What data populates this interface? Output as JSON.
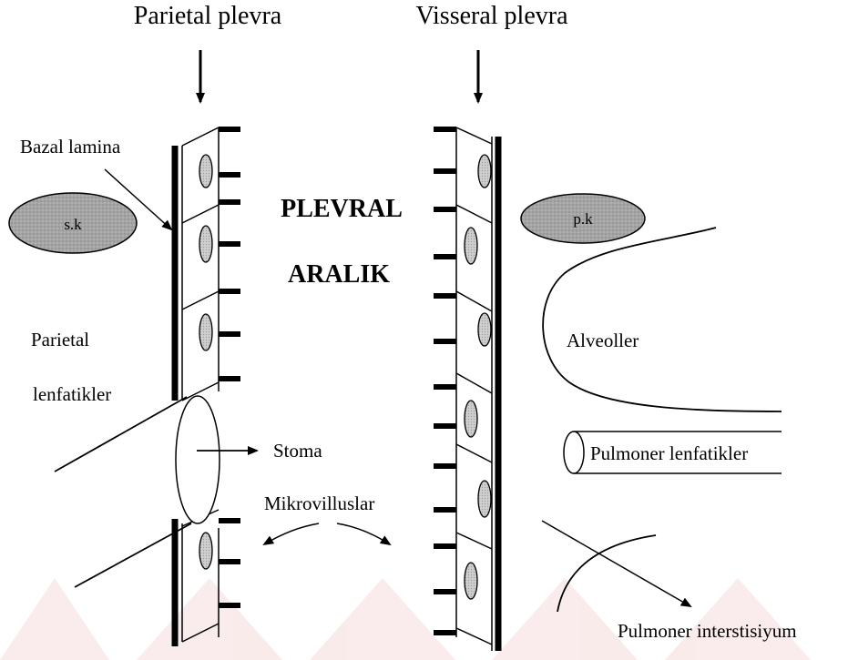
{
  "labels": {
    "parietal_plevra": "Parietal plevra",
    "visseral_plevra": "Visseral plevra",
    "bazal_lamina": "Bazal lamina",
    "sk": "s.k",
    "pk": "p.k",
    "plevral": "PLEVRAL",
    "aralik": "ARALIK",
    "parietal": "Parietal",
    "lenfatikler": "lenfatikler",
    "alveoller": "Alveoller",
    "stoma": "Stoma",
    "pulmoner_lenfatikler": "Pulmoner lenfatikler",
    "mikrovilluslar": "Mikrovilluslar",
    "pulmoner_interstisiyum": "Pulmoner interstisiyum"
  },
  "colors": {
    "ink": "#000000",
    "vessel_fill": "#a9a9a9",
    "nucleus_fill": "#c8c8c8",
    "watermark": "#f4d6d6"
  }
}
